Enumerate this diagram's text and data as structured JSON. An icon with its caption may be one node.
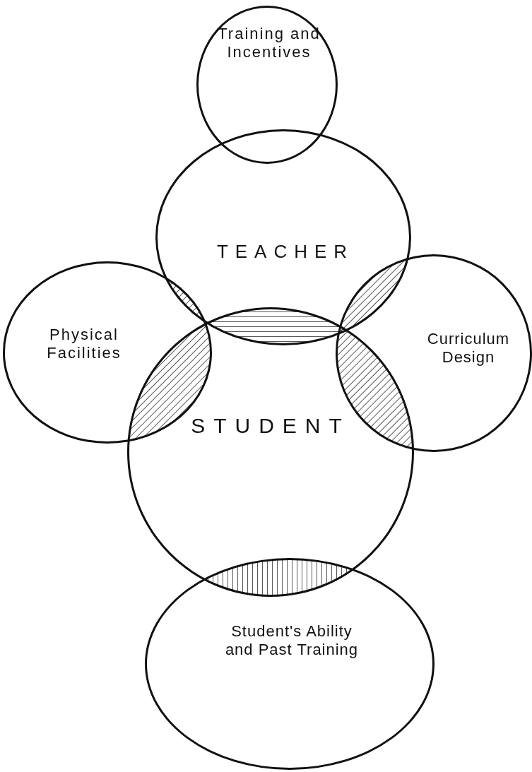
{
  "diagram": {
    "nodes": [
      {
        "text": [
          "Training and Incentives"
        ]
      },
      {
        "text": [
          "TEACHER"
        ]
      },
      {
        "text": [
          "Physical Facilities"
        ]
      },
      {
        "text": [
          "Curriculum Design"
        ]
      },
      {
        "text": [
          "STUDENT"
        ]
      },
      {
        "text": [
          "Student's Ability and Past Training"
        ]
      }
    ]
  }
}
